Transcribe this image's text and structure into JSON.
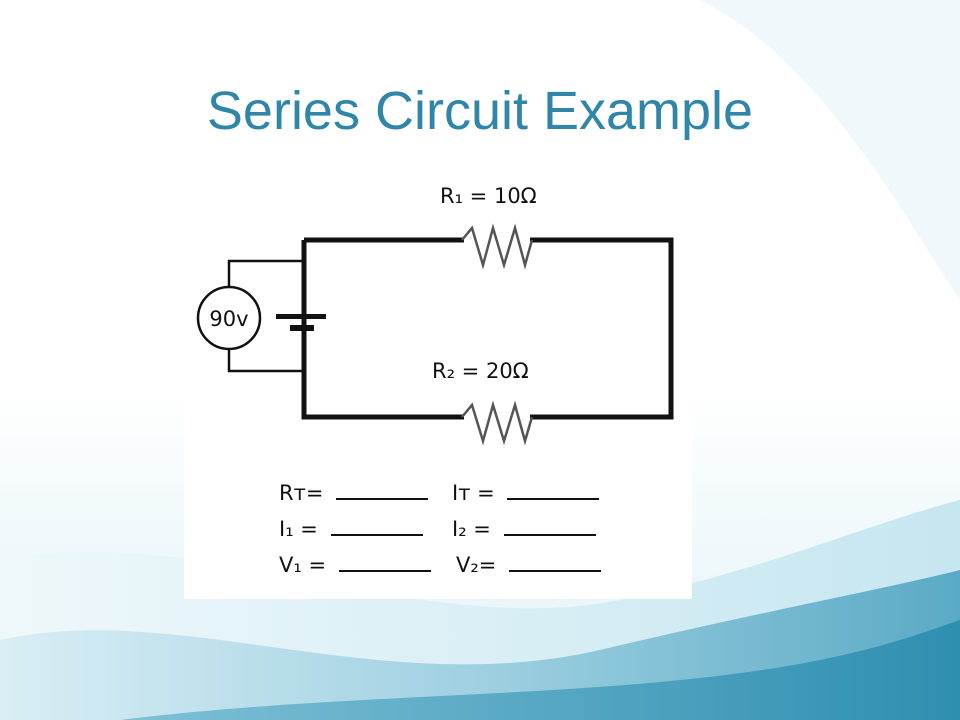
{
  "slide": {
    "title": "Series Circuit Example"
  },
  "circuit": {
    "battery_label": "90v",
    "r1_label": "R₁ = 10Ω",
    "r2_label": "R₂ = 20Ω"
  },
  "worksheet": {
    "rows": [
      {
        "left_label": "Rᴛ= ",
        "right_label": "Iᴛ = "
      },
      {
        "left_label": "I₁ = ",
        "right_label": "I₂ = "
      },
      {
        "left_label": "V₁ = ",
        "right_label": "V₂= "
      }
    ]
  },
  "colors": {
    "title": "#2f86a8",
    "wave_dark": "#3f97b4",
    "wave_light": "#bfe2ee",
    "wire": "#111111"
  }
}
